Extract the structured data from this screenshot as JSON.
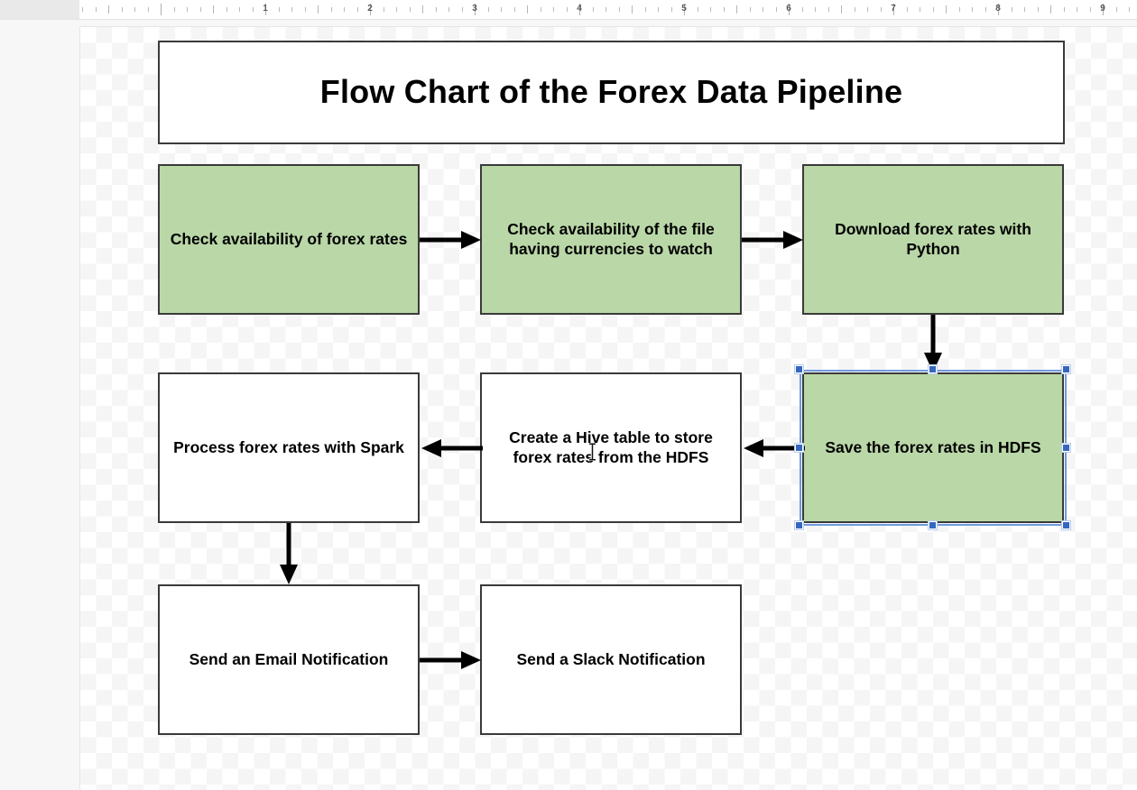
{
  "ruler": {
    "unit_labels": [
      "1",
      "2",
      "3",
      "4",
      "5",
      "6",
      "7",
      "8",
      "9"
    ]
  },
  "diagram": {
    "title": "Flow Chart of the Forex Data Pipeline",
    "colors": {
      "node_fill_green": "#bad7a8",
      "node_fill_white": "#ffffff",
      "node_border": "#3a3a3a",
      "connector": "#000000",
      "selection_border": "#6f9bdc",
      "selection_handle": "#3667c0"
    },
    "nodes": [
      {
        "id": "check-availability-forex-rates",
        "label": "Check availability of forex rates",
        "fill": "green",
        "selected": false
      },
      {
        "id": "check-availability-currency-file",
        "label": "Check availability of the file having currencies to watch",
        "fill": "green",
        "selected": false
      },
      {
        "id": "download-forex-rates-python",
        "label": "Download forex rates with Python",
        "fill": "green",
        "selected": false
      },
      {
        "id": "save-forex-rates-hdfs",
        "label": "Save the forex rates in HDFS",
        "fill": "green",
        "selected": true
      },
      {
        "id": "create-hive-table",
        "label": "Create a Hive table to store forex rates from the HDFS",
        "fill": "white",
        "selected": false
      },
      {
        "id": "process-forex-rates-spark",
        "label": "Process forex rates with Spark",
        "fill": "white",
        "selected": false
      },
      {
        "id": "send-email-notification",
        "label": "Send an Email Notification",
        "fill": "white",
        "selected": false
      },
      {
        "id": "send-slack-notification",
        "label": "Send a Slack Notification",
        "fill": "white",
        "selected": false
      }
    ],
    "connectors": [
      {
        "from": "check-availability-forex-rates",
        "to": "check-availability-currency-file",
        "direction": "right"
      },
      {
        "from": "check-availability-currency-file",
        "to": "download-forex-rates-python",
        "direction": "right"
      },
      {
        "from": "download-forex-rates-python",
        "to": "save-forex-rates-hdfs",
        "direction": "down"
      },
      {
        "from": "save-forex-rates-hdfs",
        "to": "create-hive-table",
        "direction": "left"
      },
      {
        "from": "create-hive-table",
        "to": "process-forex-rates-spark",
        "direction": "left"
      },
      {
        "from": "process-forex-rates-spark",
        "to": "send-email-notification",
        "direction": "down"
      },
      {
        "from": "send-email-notification",
        "to": "send-slack-notification",
        "direction": "right"
      }
    ]
  },
  "cursor": {
    "type": "text-ibeam"
  }
}
